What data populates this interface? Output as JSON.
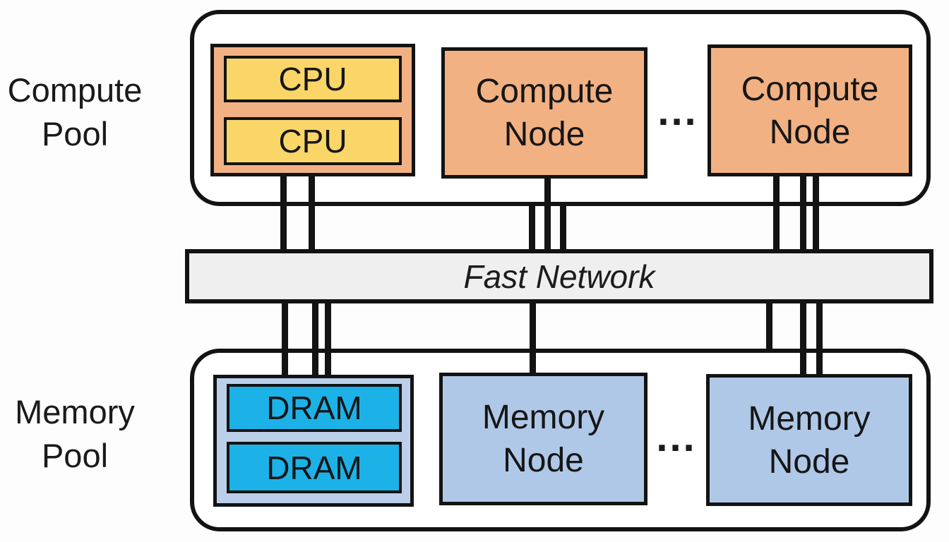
{
  "colors": {
    "orange": "#F2B183",
    "yellow": "#FAD669",
    "cyan": "#1CB2E8",
    "memory_blue": "#AFC8E8",
    "dram_container_blue": "#BCCFEA",
    "network_gray": "#EFEFEF",
    "line_black": "#131313",
    "text_black": "#161616"
  },
  "compute_pool": {
    "label_line1": "Compute",
    "label_line2": "Pool",
    "cpu_node": {
      "cpus": [
        "CPU",
        "CPU"
      ]
    },
    "node2_label": "Compute Node",
    "node3_label": "Compute Node",
    "ellipsis": "..."
  },
  "network": {
    "label": "Fast Network"
  },
  "memory_pool": {
    "label_line1": "Memory",
    "label_line2": "Pool",
    "dram_node": {
      "drams": [
        "DRAM",
        "DRAM"
      ]
    },
    "node2_label": "Memory Node",
    "node3_label": "Memory Node",
    "ellipsis": "..."
  }
}
